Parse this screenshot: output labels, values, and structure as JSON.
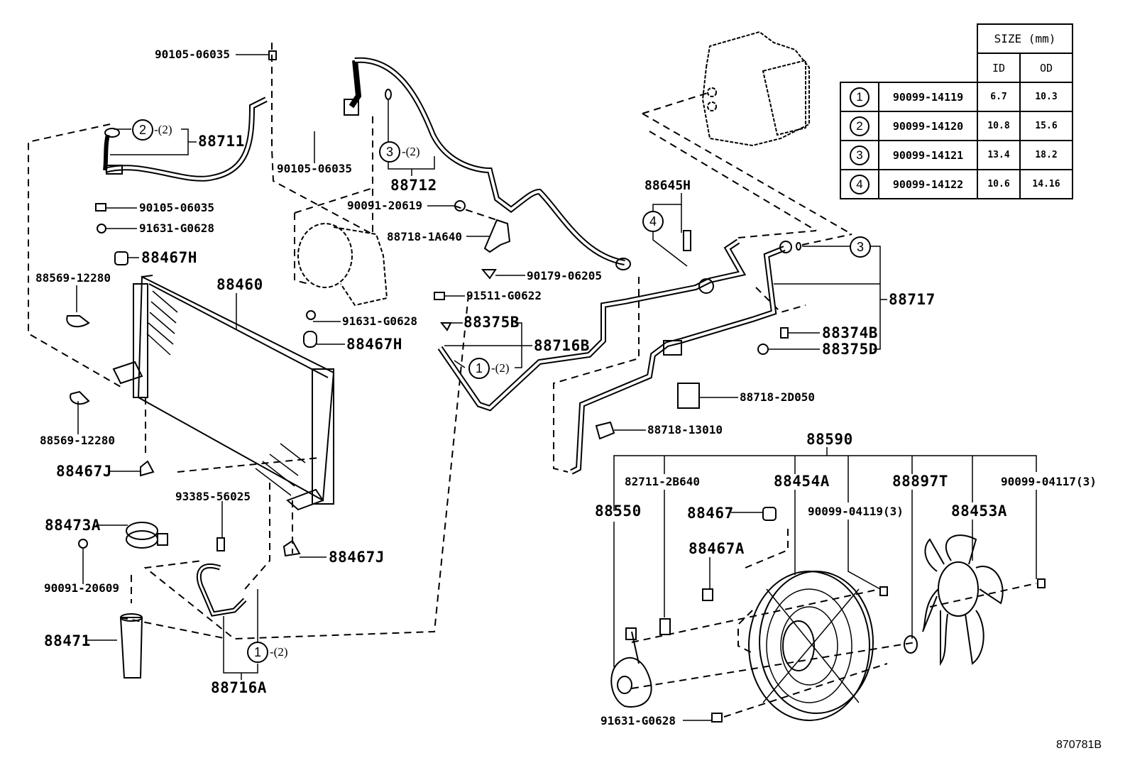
{
  "diagram": {
    "title": "A/C condenser, piping & cooling fan parts diagram",
    "reference_code": "870781B"
  },
  "size_table": {
    "header": "SIZE (mm)",
    "col_id": "ID",
    "col_od": "OD",
    "rows": [
      {
        "ref": "1",
        "part": "90099-14119",
        "id": "6.7",
        "od": "10.3"
      },
      {
        "ref": "2",
        "part": "90099-14120",
        "id": "10.8",
        "od": "15.6"
      },
      {
        "ref": "3",
        "part": "90099-14121",
        "id": "13.4",
        "od": "18.2"
      },
      {
        "ref": "4",
        "part": "90099-14122",
        "id": "10.6",
        "od": "14.16"
      }
    ]
  },
  "labels": {
    "p90105_06035_top": "90105-06035",
    "p88711": "88711",
    "p90105_06035_mid": "90105-06035",
    "p90105_06035_left": "90105-06035",
    "p91631_G0628_a": "91631-G0628",
    "p88467H_a": "88467H",
    "p88569_12280_a": "88569-12280",
    "p88460": "88460",
    "p88569_12280_b": "88569-12280",
    "p88467J_a": "88467J",
    "p88473A": "88473A",
    "p90091_20609": "90091-20609",
    "p88471": "88471",
    "p93385_56025": "93385-56025",
    "p88467J_b": "88467J",
    "p88716A": "88716A",
    "p88712": "88712",
    "p90091_20619": "90091-20619",
    "p88718_1A640": "88718-1A640",
    "p90179_06205": "90179-06205",
    "p91511_G0622": "91511-G0622",
    "p91631_G0628_b": "91631-G0628",
    "p88375B": "88375B",
    "p88467H_b": "88467H",
    "p88716B": "88716B",
    "p88645H": "88645H",
    "p88717": "88717",
    "p88374B": "88374B",
    "p88375D": "88375D",
    "p88718_2D050": "88718-2D050",
    "p88718_13010": "88718-13010",
    "p88590": "88590",
    "p82711_2B640": "82711-2B640",
    "p88454A": "88454A",
    "p88897T": "88897T",
    "p90099_04117": "90099-04117(3)",
    "p88550": "88550",
    "p88467": "88467",
    "p90099_04119": "90099-04119(3)",
    "p88453A": "88453A",
    "p88467A": "88467A",
    "p91631_G0628_c": "91631-G0628"
  },
  "callouts": {
    "c2": {
      "num": "2",
      "qty": "-(2)"
    },
    "c3a": {
      "num": "3",
      "qty": "-(2)"
    },
    "c1a": {
      "num": "1",
      "qty": "-(2)"
    },
    "c1b": {
      "num": "1",
      "qty": "-(2)"
    },
    "c4": {
      "num": "4"
    },
    "c3b": {
      "num": "3"
    }
  }
}
